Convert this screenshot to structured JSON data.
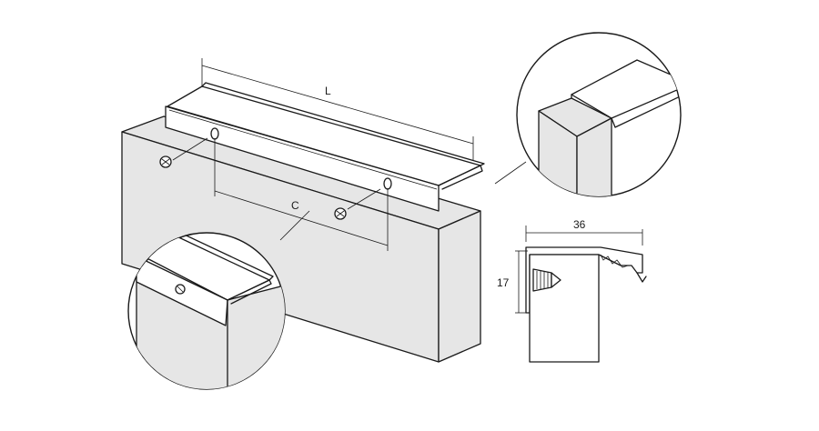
{
  "dimensions": {
    "length_label": "L",
    "hole_spacing_label": "C",
    "width_value": "36",
    "height_value": "17"
  },
  "colors": {
    "line": "#1a1a1a",
    "board_fill": "#e6e6e6",
    "background": "#ffffff"
  },
  "icons": [
    "screw-icon",
    "screw-icon",
    "screw-icon"
  ]
}
